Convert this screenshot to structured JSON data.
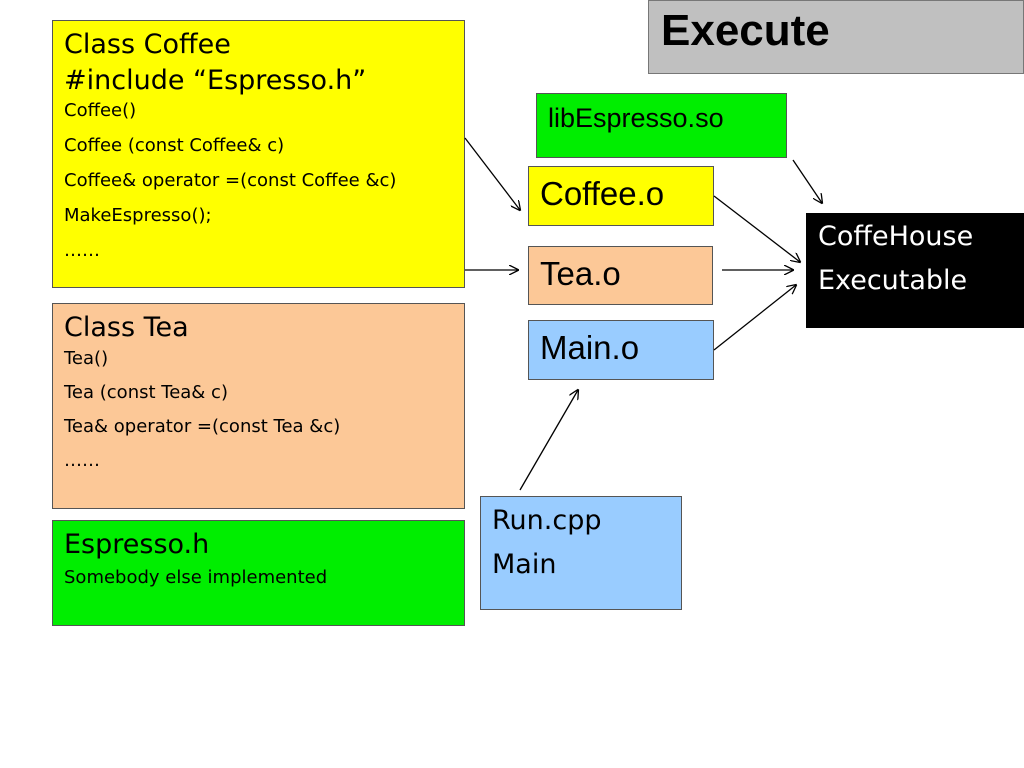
{
  "title": "Execute",
  "coffee_class": {
    "heading": "Class Coffee",
    "include": "#include “Espresso.h”",
    "members": [
      "Coffee()",
      "Coffee (const Coffee& c)",
      "Coffee& operator =(const Coffee &c)",
      "MakeEspresso();",
      "……"
    ],
    "color": "#ffff00"
  },
  "tea_class": {
    "heading": "Class Tea",
    "members": [
      "Tea()",
      "Tea (const Tea& c)",
      "Tea& operator =(const Tea &c)",
      "……"
    ],
    "color": "#fcc897"
  },
  "espresso_header": {
    "heading": "Espresso.h",
    "note": "Somebody else implemented",
    "color": "#00ee00"
  },
  "library": {
    "label": "libEspresso.so",
    "color": "#00ee00"
  },
  "objects": {
    "coffee": "Coffee.o",
    "tea": "Tea.o",
    "main": "Main.o"
  },
  "run": {
    "file": "Run.cpp",
    "function": "Main",
    "color": "#99ccff"
  },
  "executable": {
    "line1": "CoffeHouse",
    "line2": "Executable",
    "color": "#000000"
  }
}
